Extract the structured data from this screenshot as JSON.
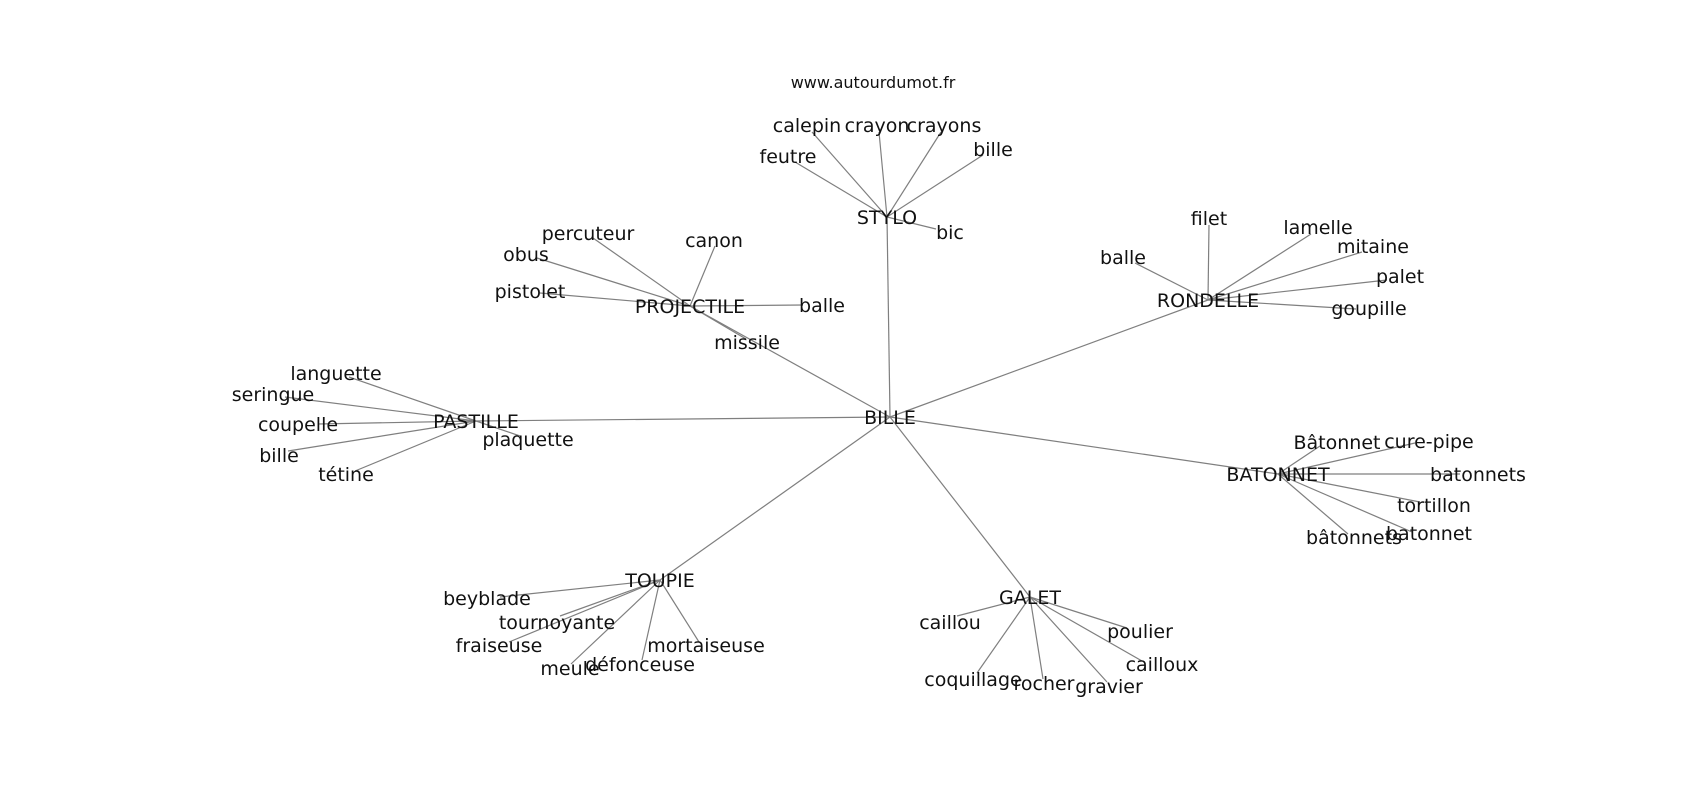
{
  "credit": "www.autourdumot.fr",
  "center": "BILLE",
  "clusters": [
    {
      "hub": "STYLO",
      "words": [
        "calepin",
        "crayon",
        "crayons",
        "feutre",
        "bille",
        "bic"
      ]
    },
    {
      "hub": "PROJECTILE",
      "words": [
        "percuteur",
        "canon",
        "obus",
        "pistolet",
        "balle",
        "missile"
      ]
    },
    {
      "hub": "RONDELLE",
      "words": [
        "filet",
        "lamelle",
        "mitaine",
        "balle",
        "palet",
        "goupille"
      ]
    },
    {
      "hub": "PASTILLE",
      "words": [
        "languette",
        "seringue",
        "coupelle",
        "bille",
        "tétine",
        "plaquette"
      ]
    },
    {
      "hub": "BATONNET",
      "words": [
        "Bâtonnet",
        "cure-pipe",
        "batonnets",
        "tortillon",
        "bâtonnets",
        "batonnet"
      ]
    },
    {
      "hub": "TOUPIE",
      "words": [
        "beyblade",
        "tournoyante",
        "fraiseuse",
        "meule",
        "défonceuse",
        "mortaiseuse"
      ]
    },
    {
      "hub": "GALET",
      "words": [
        "caillou",
        "poulier",
        "cailloux",
        "coquillage",
        "rocher",
        "gravier"
      ]
    }
  ]
}
